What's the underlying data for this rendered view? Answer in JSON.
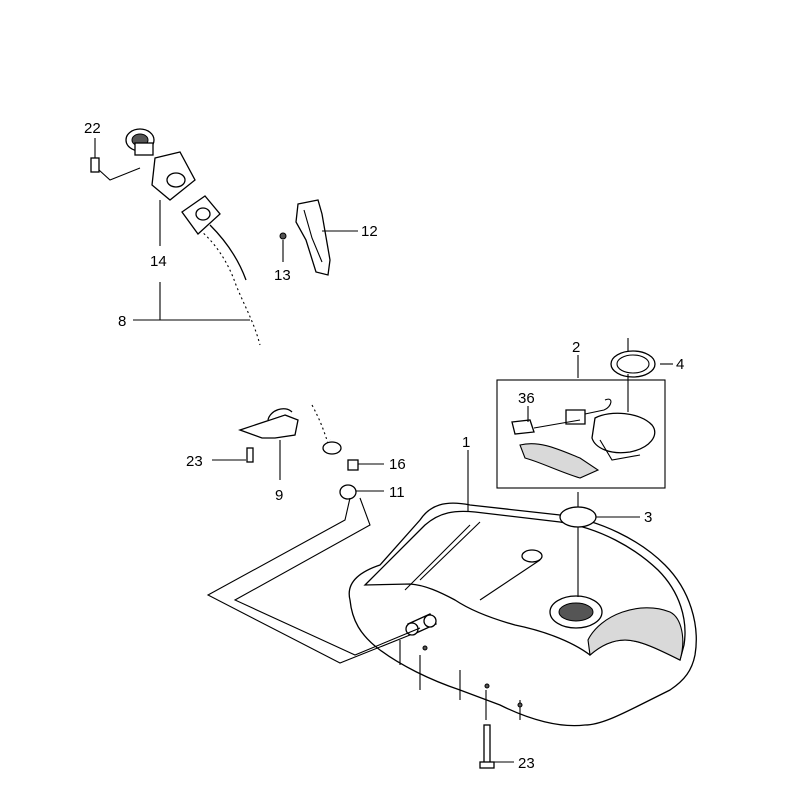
{
  "callouts": {
    "c22": "22",
    "c14": "14",
    "c8": "8",
    "c12": "12",
    "c13": "13",
    "c2": "2",
    "c4": "4",
    "c36": "36",
    "c1": "1",
    "c23a": "23",
    "c9": "9",
    "c16": "16",
    "c11": "11",
    "c3": "3",
    "c23b": "23"
  }
}
